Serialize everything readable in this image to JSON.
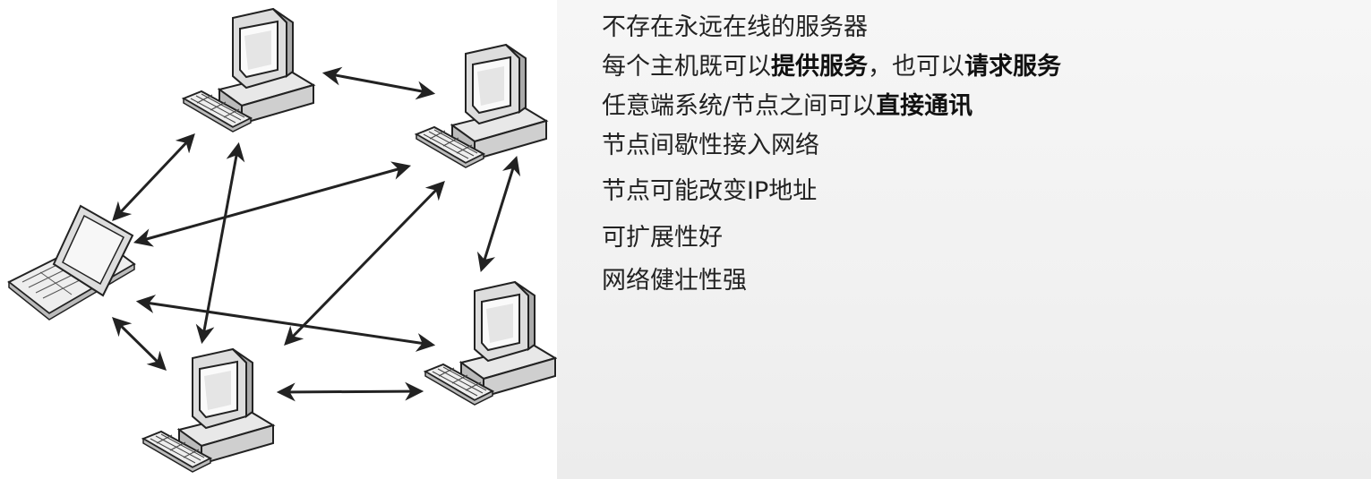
{
  "points": [
    {
      "segments": [
        {
          "text": "不存在永远在线的服务器",
          "bold": false
        }
      ]
    },
    {
      "segments": [
        {
          "text": "每个主机既可以",
          "bold": false
        },
        {
          "text": "提供服务",
          "bold": true
        },
        {
          "text": "，也可以",
          "bold": false
        },
        {
          "text": "请求服务",
          "bold": true
        }
      ]
    },
    {
      "segments": [
        {
          "text": "任意端系统/节点之间可以",
          "bold": false
        },
        {
          "text": "直接通讯",
          "bold": true
        }
      ]
    },
    {
      "segments": [
        {
          "text": "节点间歇性接入网络",
          "bold": false
        }
      ]
    },
    {
      "segments": [
        {
          "text": "节点可能改变IP地址",
          "bold": false
        }
      ]
    },
    {
      "segments": [
        {
          "text": "可扩展性好",
          "bold": false
        }
      ]
    },
    {
      "segments": [
        {
          "text": "网络健壮性强",
          "bold": false
        }
      ]
    }
  ],
  "diagram": {
    "nodes": [
      {
        "id": "top",
        "type": "desktop-computer"
      },
      {
        "id": "right-top",
        "type": "desktop-computer"
      },
      {
        "id": "laptop",
        "type": "laptop-computer"
      },
      {
        "id": "bottom",
        "type": "desktop-computer"
      },
      {
        "id": "right-bottom",
        "type": "desktop-computer"
      }
    ],
    "links": [
      [
        "top",
        "right-top"
      ],
      [
        "top",
        "laptop"
      ],
      [
        "top",
        "bottom"
      ],
      [
        "right-top",
        "laptop"
      ],
      [
        "right-top",
        "bottom"
      ],
      [
        "right-top",
        "right-bottom"
      ],
      [
        "laptop",
        "right-bottom"
      ],
      [
        "laptop",
        "bottom"
      ],
      [
        "bottom",
        "right-bottom"
      ]
    ],
    "link_style": "double-headed-arrow"
  }
}
